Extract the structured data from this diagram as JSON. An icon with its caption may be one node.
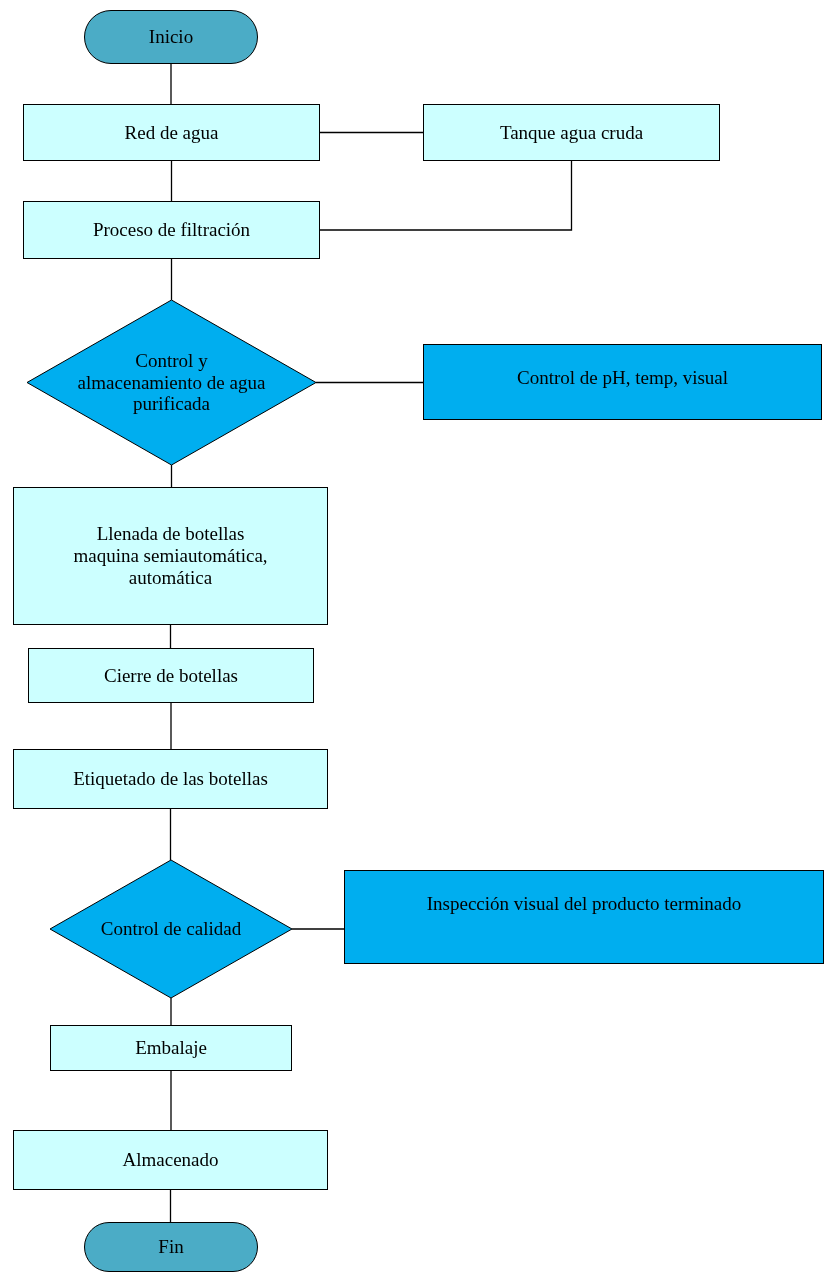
{
  "diagram": {
    "nodes": [
      {
        "text": [
          "Inicio"
        ]
      },
      {
        "text": [
          "Red de agua"
        ]
      },
      {
        "text": [
          "Tanque agua cruda"
        ]
      },
      {
        "text": [
          "Proceso de filtración"
        ]
      },
      {
        "text": [
          "Control y almacenamiento de agua purificada"
        ]
      },
      {
        "text": [
          "Control de pH, temp, visual"
        ]
      },
      {
        "text": [
          "Llenada de botellas maquina semiautomática, automática"
        ]
      },
      {
        "text": [
          "Cierre de botellas"
        ]
      },
      {
        "text": [
          "Etiquetado de las botellas"
        ]
      },
      {
        "text": [
          "Control de calidad"
        ]
      },
      {
        "text": [
          "Inspección visual del producto terminado"
        ]
      },
      {
        "text": [
          "Embalaje"
        ]
      },
      {
        "text": [
          "Almacenado"
        ]
      },
      {
        "text": [
          "Fin"
        ]
      }
    ],
    "edges": [
      {
        "from": 0,
        "to": 1,
        "arrow": "none"
      },
      {
        "from": 1,
        "to": 2,
        "arrow": "none"
      },
      {
        "from": 2,
        "to": 3,
        "arrow": "none"
      },
      {
        "from": 1,
        "to": 3,
        "arrow": "none"
      },
      {
        "from": 3,
        "to": 4,
        "arrow": "none"
      },
      {
        "from": 4,
        "to": 5,
        "arrow": "none"
      },
      {
        "from": 4,
        "to": 6,
        "arrow": "none"
      },
      {
        "from": 6,
        "to": 7,
        "arrow": "none"
      },
      {
        "from": 7,
        "to": 8,
        "arrow": "none"
      },
      {
        "from": 8,
        "to": 9,
        "arrow": "none"
      },
      {
        "from": 9,
        "to": 10,
        "arrow": "none"
      },
      {
        "from": 9,
        "to": 11,
        "arrow": "none"
      },
      {
        "from": 11,
        "to": 12,
        "arrow": "none"
      },
      {
        "from": 12,
        "to": 13,
        "arrow": "none"
      }
    ]
  }
}
